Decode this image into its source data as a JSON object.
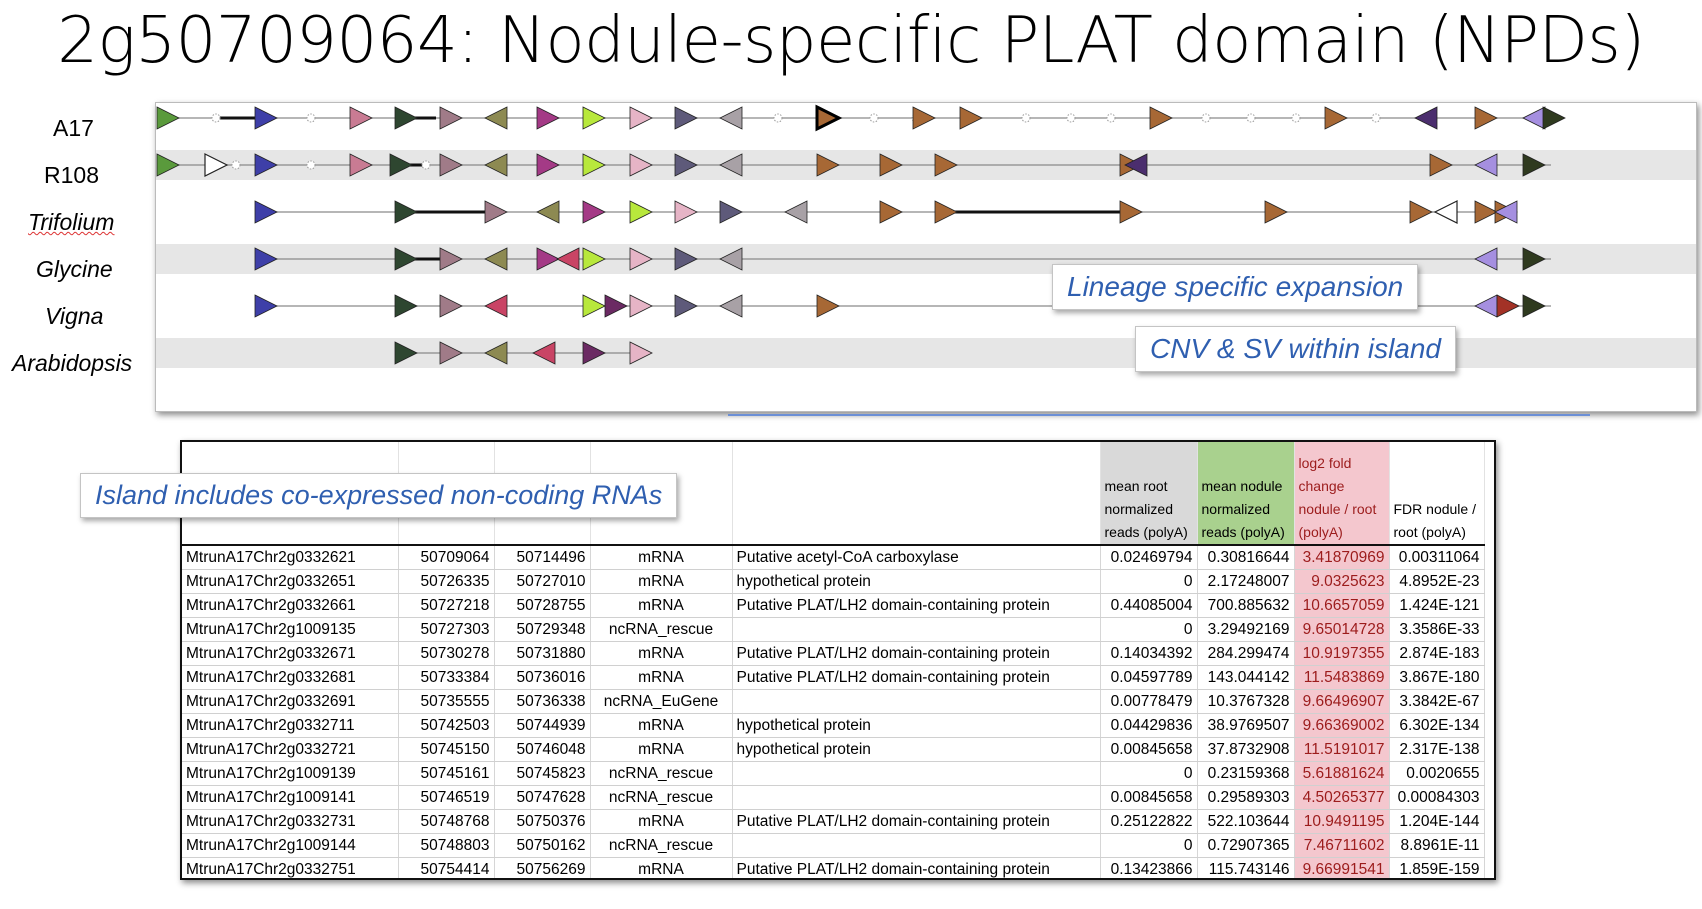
{
  "title": "2g50709064: Nodule-specific PLAT domain (NPDs)",
  "species": [
    {
      "label": "A17",
      "italic": false
    },
    {
      "label": "R108",
      "italic": false
    },
    {
      "label": "Trifolium",
      "italic": true
    },
    {
      "label": "Glycine",
      "italic": true
    },
    {
      "label": "Vigna",
      "italic": true
    },
    {
      "label": "Arabidopsis",
      "italic": true
    }
  ],
  "callouts": {
    "lineage": "Lineage specific expansion",
    "cnv": "CNV & SV within island",
    "island": "Island includes co-expressed non-coding RNAs"
  },
  "colors": {
    "green": "#5a9a3c",
    "blue": "#3e3fa8",
    "rose": "#c97b93",
    "dkgreen": "#2e4630",
    "mauve": "#a07b88",
    "olive": "#8d8a52",
    "magenta": "#a43a86",
    "lime": "#b8e83c",
    "pink": "#e6b4c6",
    "slate": "#5e5a7a",
    "gray": "#a8a1a6",
    "brown": "#a76835",
    "purple": "#4b2e6e",
    "lavender": "#a58fe0",
    "dark": "#2f3a1f",
    "red": "#a33226",
    "crimson": "#c94465",
    "plum": "#6b2a63",
    "white": "#ffffff"
  },
  "tracks": [
    [
      {
        "c": "green",
        "d": "R"
      },
      {
        "c": "dot"
      },
      {
        "c": "blue",
        "d": "R"
      },
      {
        "c": "dot"
      },
      {
        "c": "rose",
        "d": "R"
      },
      {
        "c": "dkgreen",
        "d": "R"
      },
      {
        "c": "mauve",
        "d": "R"
      },
      {
        "c": "olive",
        "d": "L"
      },
      {
        "c": "magenta",
        "d": "R"
      },
      {
        "c": "lime",
        "d": "R"
      },
      {
        "c": "pink",
        "d": "R"
      },
      {
        "c": "slate",
        "d": "R"
      },
      {
        "c": "gray",
        "d": "L"
      },
      {
        "c": "dot"
      },
      {
        "c": "black",
        "d": "R"
      },
      {
        "c": "dot"
      },
      {
        "c": "dot"
      },
      {
        "c": "brown",
        "d": "R"
      },
      {
        "c": "brown",
        "d": "R"
      },
      {
        "c": "dot"
      },
      {
        "c": "dot"
      },
      {
        "c": "dot"
      },
      {
        "c": "brown",
        "d": "R"
      },
      {
        "c": "dot"
      },
      {
        "c": "dot"
      },
      {
        "c": "dot"
      },
      {
        "c": "brown",
        "d": "R"
      },
      {
        "c": "dot"
      },
      {
        "c": "purple",
        "d": "L"
      },
      {
        "c": "brown",
        "d": "R"
      },
      {
        "c": "lavender",
        "d": "L"
      },
      {
        "c": "dark",
        "d": "R"
      }
    ],
    [
      {
        "c": "green",
        "d": "R"
      },
      {
        "c": "white",
        "d": "R"
      },
      {
        "c": "dot"
      },
      {
        "c": "blue",
        "d": "R"
      },
      {
        "c": "dot"
      },
      {
        "c": "rose",
        "d": "R"
      },
      {
        "c": "dkgreen",
        "d": "R"
      },
      {
        "c": "dot"
      },
      {
        "c": "mauve",
        "d": "R"
      },
      {
        "c": "olive",
        "d": "L"
      },
      {
        "c": "magenta",
        "d": "R"
      },
      {
        "c": "lime",
        "d": "R"
      },
      {
        "c": "pink",
        "d": "R"
      },
      {
        "c": "slate",
        "d": "R"
      },
      {
        "c": "gray",
        "d": "L"
      },
      {
        "c": "brown",
        "d": "R"
      },
      {
        "c": "brown",
        "d": "R"
      },
      {
        "c": "brown",
        "d": "R"
      },
      {
        "c": "brown",
        "d": "R"
      },
      {
        "c": "purple",
        "d": "L"
      },
      {
        "c": "brown",
        "d": "R"
      },
      {
        "c": "lavender",
        "d": "L"
      },
      {
        "c": "dark",
        "d": "R"
      }
    ],
    [
      {
        "c": "blue",
        "d": "R"
      },
      {
        "c": "dkgreen",
        "d": "R"
      },
      {
        "c": "mauve",
        "d": "R"
      },
      {
        "c": "olive",
        "d": "L"
      },
      {
        "c": "magenta",
        "d": "R"
      },
      {
        "c": "lime",
        "d": "R"
      },
      {
        "c": "pink",
        "d": "R"
      },
      {
        "c": "slate",
        "d": "R"
      },
      {
        "c": "gray",
        "d": "L"
      },
      {
        "c": "brown",
        "d": "R"
      },
      {
        "c": "brown",
        "d": "R"
      },
      {
        "c": "brown",
        "d": "R"
      },
      {
        "c": "brown",
        "d": "R"
      },
      {
        "c": "brown",
        "d": "R"
      },
      {
        "c": "white",
        "d": "L"
      },
      {
        "c": "brown",
        "d": "R"
      },
      {
        "c": "brown",
        "d": "R"
      },
      {
        "c": "lavender",
        "d": "L"
      }
    ],
    [
      {
        "c": "blue",
        "d": "R"
      },
      {
        "c": "dkgreen",
        "d": "R"
      },
      {
        "c": "mauve",
        "d": "R"
      },
      {
        "c": "olive",
        "d": "L"
      },
      {
        "c": "magenta",
        "d": "R"
      },
      {
        "c": "crimson",
        "d": "L"
      },
      {
        "c": "lime",
        "d": "R"
      },
      {
        "c": "pink",
        "d": "R"
      },
      {
        "c": "slate",
        "d": "R"
      },
      {
        "c": "gray",
        "d": "L"
      },
      {
        "c": "lavender",
        "d": "L"
      },
      {
        "c": "dark",
        "d": "R"
      }
    ],
    [
      {
        "c": "blue",
        "d": "R"
      },
      {
        "c": "dkgreen",
        "d": "R"
      },
      {
        "c": "mauve",
        "d": "R"
      },
      {
        "c": "crimson",
        "d": "L"
      },
      {
        "c": "lime",
        "d": "R"
      },
      {
        "c": "plum",
        "d": "R"
      },
      {
        "c": "pink",
        "d": "R"
      },
      {
        "c": "slate",
        "d": "R"
      },
      {
        "c": "gray",
        "d": "L"
      },
      {
        "c": "brown",
        "d": "R"
      },
      {
        "c": "lavender",
        "d": "L"
      },
      {
        "c": "red",
        "d": "R"
      },
      {
        "c": "dark",
        "d": "R"
      }
    ],
    [
      {
        "c": "dkgreen",
        "d": "R"
      },
      {
        "c": "mauve",
        "d": "R"
      },
      {
        "c": "olive",
        "d": "L"
      },
      {
        "c": "crimson",
        "d": "L"
      },
      {
        "c": "plum",
        "d": "R"
      },
      {
        "c": "pink",
        "d": "R"
      }
    ]
  ],
  "table": {
    "headers": {
      "mean_root": "mean root normalized reads (polyA)",
      "mean_nodule": "mean nodule normalized reads (polyA)",
      "log2": "log2 fold change nodule / root (polyA)",
      "fdr": "FDR nodule / root (polyA)"
    },
    "rows": [
      [
        "MtrunA17Chr2g0332621",
        "50709064",
        "50714496",
        "mRNA",
        "Putative acetyl-CoA carboxylase",
        "0.02469794",
        "0.30816644",
        "3.41870969",
        "0.00311064"
      ],
      [
        "MtrunA17Chr2g0332651",
        "50726335",
        "50727010",
        "mRNA",
        "hypothetical protein",
        "0",
        "2.17248007",
        "9.0325623",
        "4.8952E-23"
      ],
      [
        "MtrunA17Chr2g0332661",
        "50727218",
        "50728755",
        "mRNA",
        "Putative PLAT/LH2 domain-containing protein",
        "0.44085004",
        "700.885632",
        "10.6657059",
        "1.424E-121"
      ],
      [
        "MtrunA17Chr2g1009135",
        "50727303",
        "50729348",
        "ncRNA_rescue",
        "",
        "0",
        "3.29492169",
        "9.65014728",
        "3.3586E-33"
      ],
      [
        "MtrunA17Chr2g0332671",
        "50730278",
        "50731880",
        "mRNA",
        "Putative PLAT/LH2 domain-containing protein",
        "0.14034392",
        "284.299474",
        "10.9197355",
        "2.874E-183"
      ],
      [
        "MtrunA17Chr2g0332681",
        "50733384",
        "50736016",
        "mRNA",
        "Putative PLAT/LH2 domain-containing protein",
        "0.04597789",
        "143.044142",
        "11.5483869",
        "3.867E-180"
      ],
      [
        "MtrunA17Chr2g0332691",
        "50735555",
        "50736338",
        "ncRNA_EuGene",
        "",
        "0.00778479",
        "10.3767328",
        "9.66496907",
        "3.3842E-67"
      ],
      [
        "MtrunA17Chr2g0332711",
        "50742503",
        "50744939",
        "mRNA",
        "hypothetical protein",
        "0.04429836",
        "38.9769507",
        "9.66369002",
        "6.302E-134"
      ],
      [
        "MtrunA17Chr2g0332721",
        "50745150",
        "50746048",
        "mRNA",
        "hypothetical protein",
        "0.00845658",
        "37.8732908",
        "11.5191017",
        "2.317E-138"
      ],
      [
        "MtrunA17Chr2g1009139",
        "50745161",
        "50745823",
        "ncRNA_rescue",
        "",
        "0",
        "0.23159368",
        "5.61881624",
        "0.0020655"
      ],
      [
        "MtrunA17Chr2g1009141",
        "50746519",
        "50747628",
        "ncRNA_rescue",
        "",
        "0.00845658",
        "0.29589303",
        "4.50265377",
        "0.00084303"
      ],
      [
        "MtrunA17Chr2g0332731",
        "50748768",
        "50750376",
        "mRNA",
        "Putative PLAT/LH2 domain-containing protein",
        "0.25122822",
        "522.103644",
        "10.9491195",
        "1.204E-144"
      ],
      [
        "MtrunA17Chr2g1009144",
        "50748803",
        "50750162",
        "ncRNA_rescue",
        "",
        "0",
        "0.72907365",
        "7.46711602",
        "8.8961E-11"
      ],
      [
        "MtrunA17Chr2g0332751",
        "50754414",
        "50756269",
        "mRNA",
        "Putative PLAT/LH2 domain-containing protein",
        "0.13423866",
        "115.743146",
        "9.66991541",
        "1.859E-159"
      ]
    ]
  }
}
